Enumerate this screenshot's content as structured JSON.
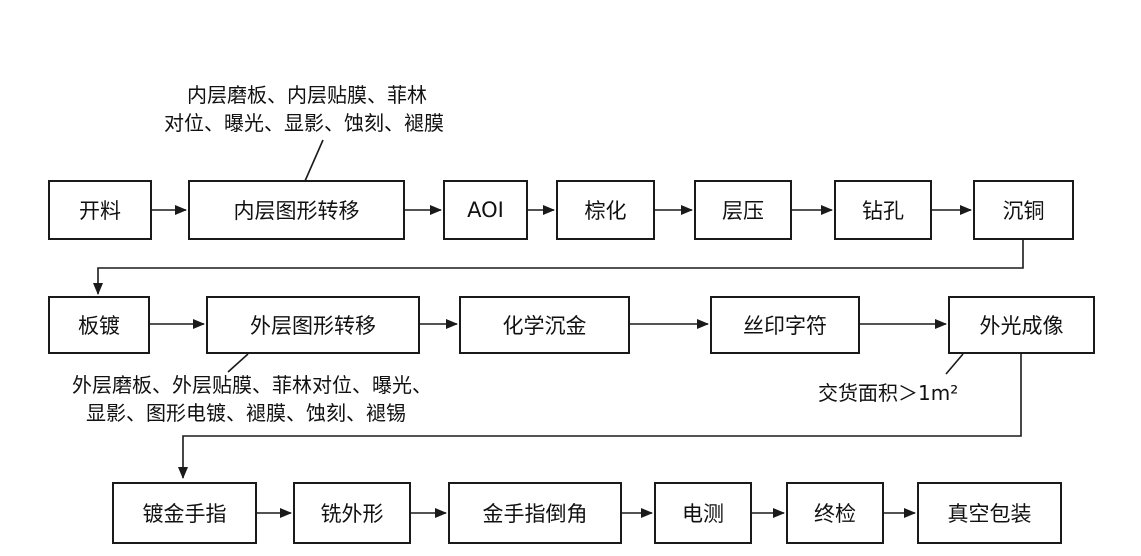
{
  "row1": [
    "开料",
    "内层图形转移",
    "AOI",
    "棕化",
    "层压",
    "钻孔",
    "沉铜"
  ],
  "row2": [
    "板镀",
    "外层图形转移",
    "化学沉金",
    "丝印字符",
    "外光成像"
  ],
  "row3": [
    "镀金手指",
    "铣外形",
    "金手指倒角",
    "电测",
    "终检",
    "真空包装"
  ],
  "notes": {
    "inner_line1": "内层磨板、内层贴膜、菲林",
    "inner_line2": "对位、曝光、显影、蚀刻、褪膜",
    "outer_line1": "外层磨板、外层贴膜、菲林对位、曝光、",
    "outer_line2": "显影、图形电镀、褪膜、蚀刻、褪锡",
    "area_note": "交货面积＞1m²"
  }
}
